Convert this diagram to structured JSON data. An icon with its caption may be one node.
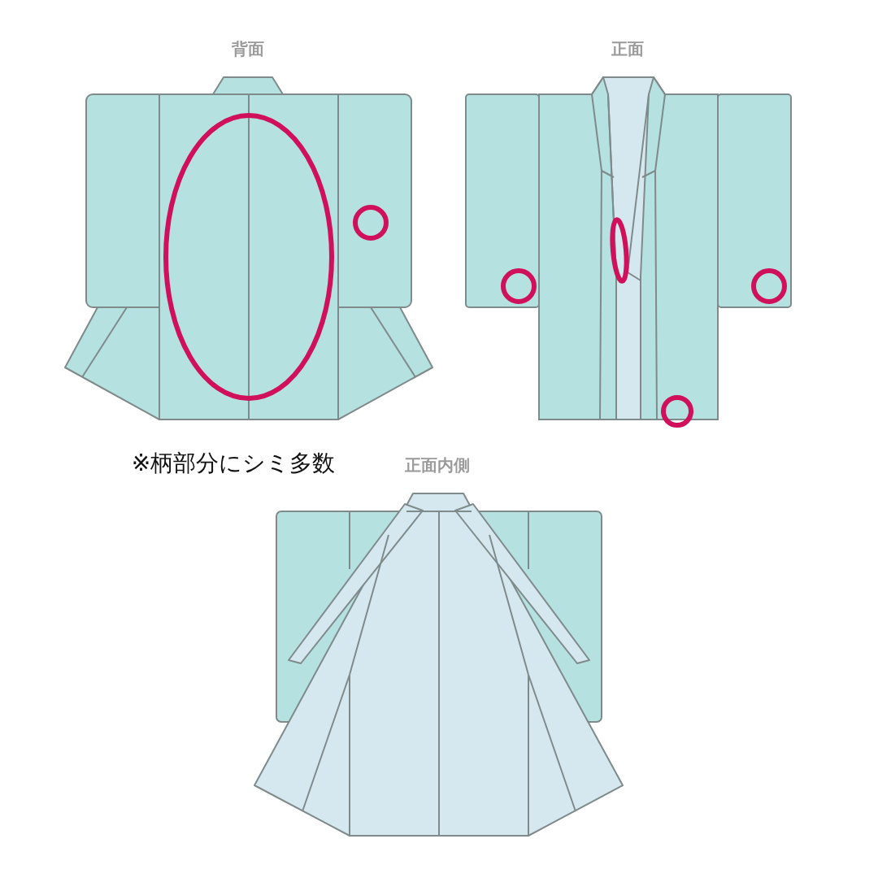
{
  "diagram": {
    "labels": [
      "背面",
      "正面",
      "※柄部分にシミ多数",
      "正面内側"
    ]
  }
}
